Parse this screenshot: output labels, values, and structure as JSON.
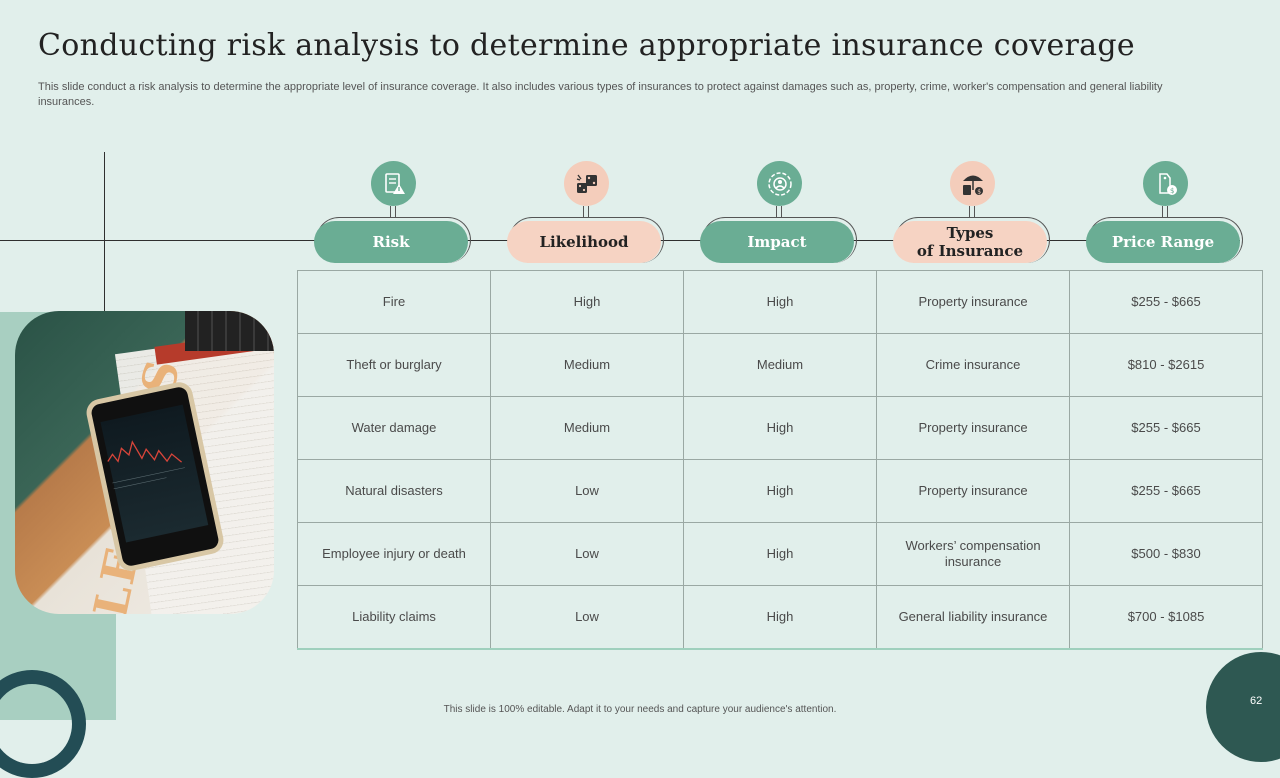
{
  "slide": {
    "title": "Conducting risk analysis to determine appropriate insurance coverage",
    "subtitle": "This slide conduct a risk analysis to determine the appropriate level of insurance coverage. It also includes various types of insurances to protect against damages such as, property, crime, worker's compensation and general liability insurances.",
    "footer": "This slide is 100% editable. Adapt it to your needs and capture your audience's attention.",
    "page_number": "62"
  },
  "photo": {
    "headline": "LEADERS"
  },
  "headers": [
    {
      "label": "Risk",
      "icon": "risk-checklist-icon",
      "style": "green"
    },
    {
      "label": "Likelihood",
      "icon": "dice-icon",
      "style": "peach"
    },
    {
      "label": "Impact",
      "icon": "impact-target-icon",
      "style": "green"
    },
    {
      "label": "Types\nof Insurance",
      "icon": "umbrella-insurance-icon",
      "style": "peach"
    },
    {
      "label": "Price Range",
      "icon": "price-tag-icon",
      "style": "green"
    }
  ],
  "rows": [
    {
      "risk": "Fire",
      "likelihood": "High",
      "impact": "High",
      "type": "Property insurance",
      "price": "$255 - $665"
    },
    {
      "risk": "Theft  or burglary",
      "likelihood": "Medium",
      "impact": "Medium",
      "type": "Crime insurance",
      "price": "$810 - $2615"
    },
    {
      "risk": "Water damage",
      "likelihood": "Medium",
      "impact": "High",
      "type": "Property insurance",
      "price": "$255 - $665"
    },
    {
      "risk": "Natural disasters",
      "likelihood": "Low",
      "impact": "High",
      "type": "Property insurance",
      "price": "$255 - $665"
    },
    {
      "risk": "Employee injury or death",
      "likelihood": "Low",
      "impact": "High",
      "type": "Workers’ compensation insurance",
      "price": "$500 - $830"
    },
    {
      "risk": "Liability claims",
      "likelihood": "Low",
      "impact": "High",
      "type": "General  liability insurance",
      "price": "$700 - $1085"
    }
  ],
  "colors": {
    "background": "#e1efeb",
    "green": "#6aad94",
    "peach": "#f6d3c3",
    "dark_teal": "#2e5852"
  }
}
